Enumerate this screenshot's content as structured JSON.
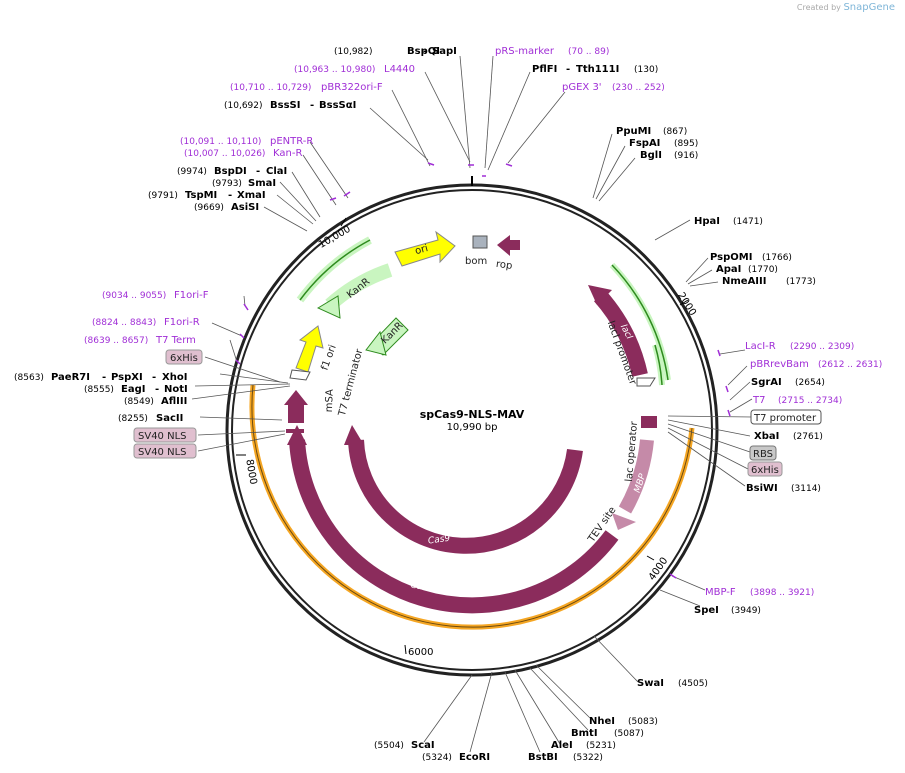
{
  "brand": {
    "created_by": "Created by",
    "name": "SnapGene"
  },
  "plasmid": {
    "name": "spCas9-NLS-MAV",
    "length": "10,990 bp"
  },
  "ticks": [
    "2000",
    "4000",
    "6000",
    "8000",
    "10,000"
  ],
  "enzymes": [
    {
      "name": "BspQI",
      "name2": "SapI",
      "pos": "(10,982)"
    },
    {
      "name": "PflFI",
      "name2": "Tth111I",
      "pos": "(130)"
    },
    {
      "name": "BssSI",
      "name2": "BssSαI",
      "pos": "(10,692)"
    },
    {
      "name": "PpuMI",
      "pos": "(867)"
    },
    {
      "name": "FspAI",
      "pos": "(895)"
    },
    {
      "name": "BglI",
      "pos": "(916)"
    },
    {
      "name": "BspDI",
      "name2": "ClaI",
      "pos": "(9974)"
    },
    {
      "name": "SmaI",
      "pos": "(9793)"
    },
    {
      "name": "TspMI",
      "name2": "XmaI",
      "pos": "(9791)"
    },
    {
      "name": "AsiSI",
      "pos": "(9669)"
    },
    {
      "name": "HpaI",
      "pos": "(1471)"
    },
    {
      "name": "PspOMI",
      "pos": "(1766)"
    },
    {
      "name": "ApaI",
      "pos": "(1770)"
    },
    {
      "name": "NmeAIII",
      "pos": "(1773)"
    },
    {
      "name": "SgrAI",
      "pos": "(2654)"
    },
    {
      "name": "XbaI",
      "pos": "(2761)"
    },
    {
      "name": "BsiWI",
      "pos": "(3114)"
    },
    {
      "name": "SpeI",
      "pos": "(3949)"
    },
    {
      "name": "SwaI",
      "pos": "(4505)"
    },
    {
      "name": "NheI",
      "pos": "(5083)"
    },
    {
      "name": "BmtI",
      "pos": "(5087)"
    },
    {
      "name": "AleI",
      "pos": "(5231)"
    },
    {
      "name": "BstBI",
      "pos": "(5322)"
    },
    {
      "name": "ScaI",
      "pos": "(5504)"
    },
    {
      "name": "EcoRI",
      "pos": "(5324)"
    },
    {
      "name": "PaeR7I",
      "name2": "PspXI",
      "name3": "XhoI",
      "pos": "(8563)"
    },
    {
      "name": "EagI",
      "name2": "NotI",
      "pos": "(8555)"
    },
    {
      "name": "AflIII",
      "pos": "(8549)"
    },
    {
      "name": "SacII",
      "pos": "(8255)"
    }
  ],
  "primers": [
    {
      "name": "pRS-marker",
      "pos": "(70 .. 89)"
    },
    {
      "name": "L4440",
      "pos": "(10,963 .. 10,980)"
    },
    {
      "name": "pBR322ori-F",
      "pos": "(10,710 .. 10,729)"
    },
    {
      "name": "pGEX 3'",
      "pos": "(230 .. 252)"
    },
    {
      "name": "pENTR-R",
      "pos": "(10,091 .. 10,110)"
    },
    {
      "name": "Kan-R",
      "pos": "(10,007 .. 10,026)"
    },
    {
      "name": "F1ori-F",
      "pos": "(9034 .. 9055)"
    },
    {
      "name": "F1ori-R",
      "pos": "(8824 .. 8843)"
    },
    {
      "name": "T7 Term",
      "pos": "(8639 .. 8657)"
    },
    {
      "name": "LacI-R",
      "pos": "(2290 .. 2309)"
    },
    {
      "name": "pBRrevBam",
      "pos": "(2612 .. 2631)"
    },
    {
      "name": "T7",
      "pos": "(2715 .. 2734)"
    },
    {
      "name": "MBP-F",
      "pos": "(3898 .. 3921)"
    }
  ],
  "boxes": {
    "his_left": "6xHis",
    "nls1": "SV40 NLS",
    "nls2": "SV40 NLS",
    "t7_promoter": "T7 promoter",
    "rbs": "RBS",
    "his_right": "6xHis"
  },
  "features": {
    "ori": "ori",
    "kanr1": "KanR",
    "kanr2": "KanR",
    "bom": "bom",
    "rop": "rop",
    "laci": "lacI",
    "laci_promoter": "lacI promoter",
    "lac_operator": "lac operator",
    "mbp": "MBP",
    "tev": "TEV site",
    "cas9_inner": "Cas9",
    "cas9_outer": "Cas9",
    "msa": "mSA",
    "t7_terminator": "T7 terminator",
    "f1_ori": "f1 ori"
  },
  "colors": {
    "cds": "#8b2c5c",
    "cds_light": "#c58aa8",
    "origin": "#ffff00",
    "marker": "#c9f5c0",
    "marker_line": "#2e8b1e",
    "primer": "#a02ed6",
    "orange": "#f5a623",
    "box_pink": "#e0bfcf",
    "box_gray": "#c8c8c8"
  }
}
